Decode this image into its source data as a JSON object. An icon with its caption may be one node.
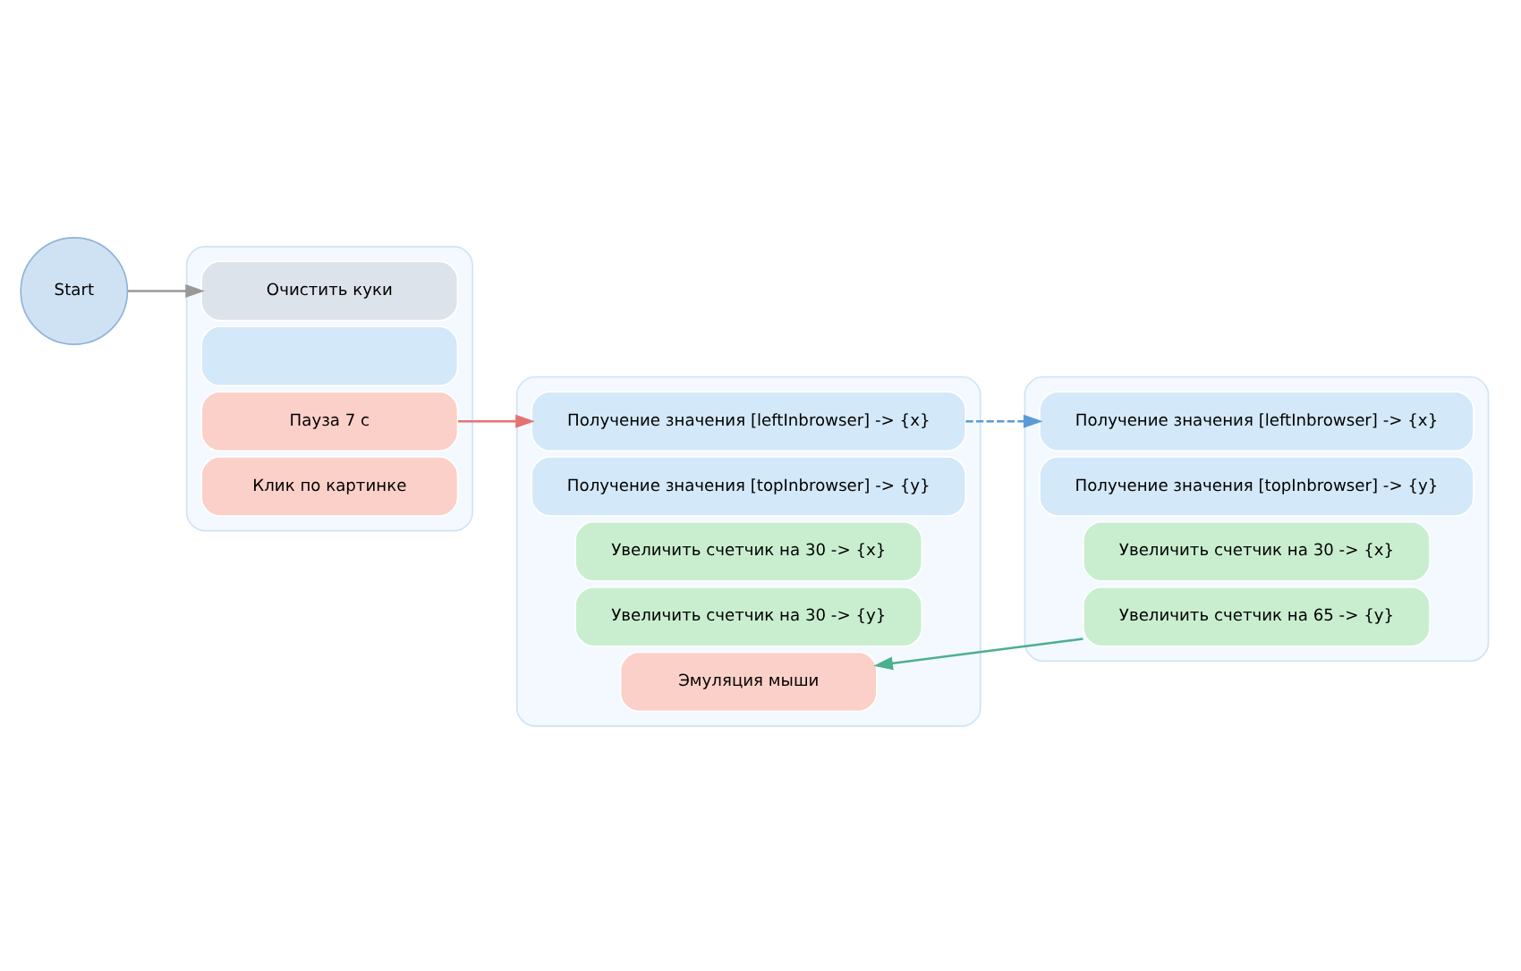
{
  "diagram": {
    "nodes": [
      {
        "text": [
          "Start"
        ]
      },
      {
        "text": [],
        "shape": "box"
      },
      {
        "text": [
          "Очистить куки"
        ],
        "in": 1
      },
      {
        "text": [],
        "shape": "box",
        "in": 1
      },
      {
        "text": [
          "Пауза 7 с"
        ],
        "in": 1
      },
      {
        "text": [
          "Клик по картинке"
        ],
        "in": 1
      },
      {
        "text": [],
        "shape": "box"
      },
      {
        "text": [
          "Получение значения [leftInbrowser] -> {x}"
        ],
        "in": 6
      },
      {
        "text": [
          "Получение значения [topInbrowser] -> {y}"
        ],
        "in": 6
      },
      {
        "text": [
          "Увеличить счетчик на 30 -> {x}"
        ],
        "in": 6
      },
      {
        "text": [
          "Увеличить счетчик на 30 -> {y}"
        ],
        "in": 6
      },
      {
        "text": [
          "Эмуляция мыши"
        ],
        "in": 6
      },
      {
        "text": [],
        "shape": "box"
      },
      {
        "text": [
          "Получение значения [leftInbrowser] -> {x}"
        ],
        "in": 12
      },
      {
        "text": [
          "Получение значения [topInbrowser] -> {y}"
        ],
        "in": 12
      },
      {
        "text": [
          "Увеличить счетчик на 30 -> {x}"
        ],
        "in": 12
      },
      {
        "text": [
          "Увеличить счетчик на 65 -> {y}"
        ],
        "in": 12
      }
    ],
    "edges": [
      {
        "from": 0,
        "to": 2,
        "arrow": "to",
        "color": "#999999"
      },
      {
        "from": 4,
        "to": 7,
        "arrow": "to",
        "color": "#e57373"
      },
      {
        "from": 7,
        "to": 13,
        "arrow": "to",
        "style": "dashed",
        "color": "#5b9bd5"
      },
      {
        "from": 16,
        "to": 11,
        "arrow": "to",
        "color": "#4caf8f"
      }
    ]
  }
}
